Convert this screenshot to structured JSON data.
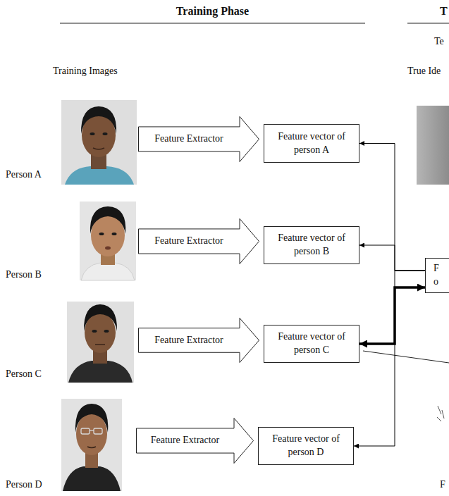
{
  "diagram": {
    "title": "Training Phase",
    "nodes": [
      {
        "text": [
          "Feature Extractor"
        ]
      },
      {
        "text": [
          "Feature vector of person A"
        ]
      },
      {
        "text": [
          "Feature Extractor"
        ]
      },
      {
        "text": [
          "Feature vector of person B"
        ]
      },
      {
        "text": [
          "Feature Extractor"
        ]
      },
      {
        "text": [
          "Feature vector of person C"
        ]
      },
      {
        "text": [
          "Feature Extractor"
        ]
      },
      {
        "text": [
          "Feature vector of person D"
        ]
      },
      {
        "text": [
          "F o"
        ]
      }
    ],
    "edges": [
      {
        "from": 8,
        "to": 1,
        "arrow": "to"
      },
      {
        "from": 8,
        "to": 3,
        "arrow": "to"
      },
      {
        "from": 8,
        "to": 5,
        "arrow": "both"
      },
      {
        "from": 8,
        "to": 7,
        "arrow": "to"
      }
    ],
    "labels": [
      "T",
      "Te",
      "True Ide",
      "Training Images",
      "Person A",
      "Person B",
      "Person C",
      "Person D",
      "F"
    ]
  }
}
